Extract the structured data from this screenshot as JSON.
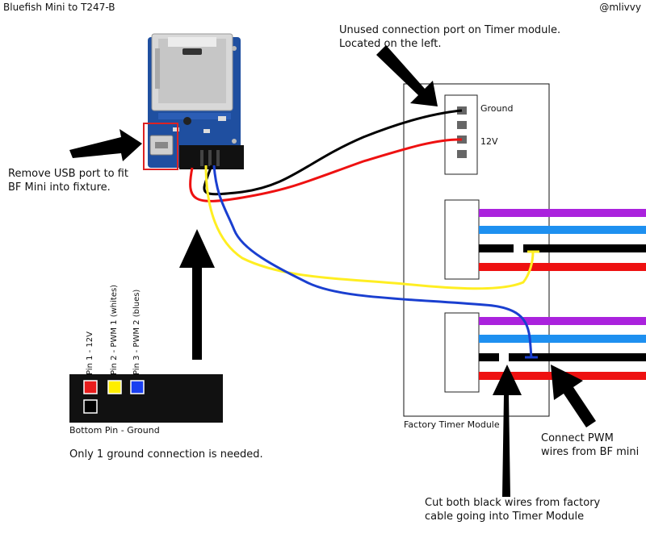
{
  "title": "Bluefish Mini to T247-B",
  "author": "@mlivvy",
  "annotations": {
    "unused_port_line1": "Unused connection port on Timer module.",
    "unused_port_line2": "Located on the left.",
    "remove_usb_line1": "Remove USB port to fit",
    "remove_usb_line2": "BF Mini into fixture.",
    "ground_note": "Only 1 ground connection is needed.",
    "connect_pwm_line1": "Connect PWM",
    "connect_pwm_line2": "wires from BF mini",
    "cut_black_line1": "Cut both black wires from factory",
    "cut_black_line2": "cable going into Timer Module"
  },
  "timer_module": {
    "label": "Factory Timer Module",
    "port_ground": "Ground",
    "port_12v": "12V"
  },
  "pin_legend": {
    "pin1": "Pin 1 - 12V",
    "pin2": "Pin 2 - PWM 1 (whites)",
    "pin3": "Pin 3 - PWM 2 (blues)",
    "bottom": "Bottom Pin - Ground"
  },
  "colors": {
    "background": "#ffffff",
    "board_blue": "#1f4fa0",
    "wire_black": "#000000",
    "wire_red": "#ee1111",
    "wire_yellow": "#ffee22",
    "wire_blue": "#1a3fd0",
    "wire_purple": "#aa22dd",
    "wire_lightblue": "#1e90f0",
    "pin_red": "#e81c1c",
    "pin_yellow": "#ffee00",
    "pin_blue": "#1a3ff0"
  }
}
